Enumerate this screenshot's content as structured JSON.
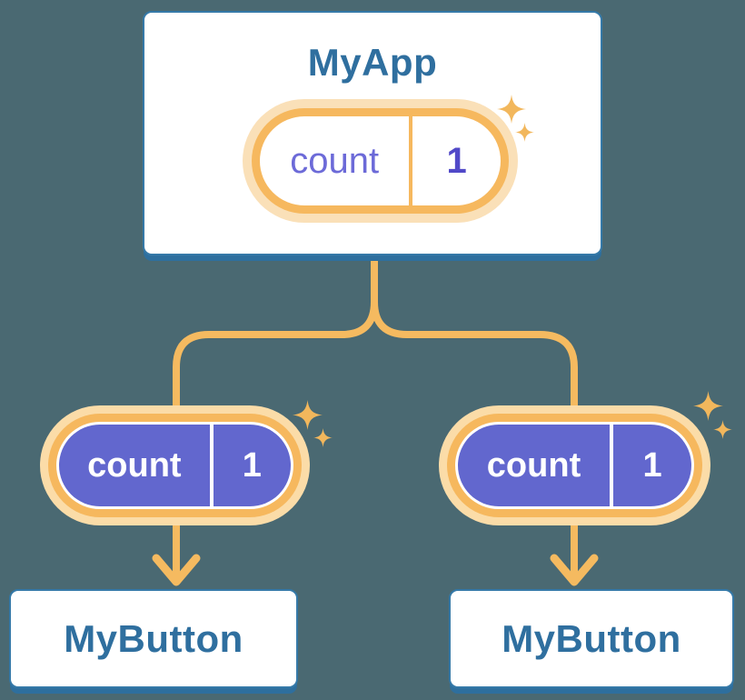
{
  "diagram": {
    "root": {
      "title": "MyApp",
      "state": {
        "name": "count",
        "value": "1"
      }
    },
    "children": [
      {
        "title": "MyButton",
        "prop": {
          "name": "count",
          "value": "1"
        }
      },
      {
        "title": "MyButton",
        "prop": {
          "name": "count",
          "value": "1"
        }
      }
    ]
  },
  "icons": {
    "sparkle": "✦",
    "arrow_down": "↓"
  },
  "colors": {
    "background": "#4A6972",
    "card_fill": "#FFFFFF",
    "card_border": "#3579A8",
    "card_shadow": "#2E6F9E",
    "card_text": "#2F6F9F",
    "pill_ring_orange": "#F6B85E",
    "pill_glow": "#FBDCA8",
    "pill_purple": "#6267CE",
    "state_name_text": "#6C6AD8",
    "state_value_text": "#5149C8",
    "connector_orange": "#F5BA60",
    "sparkle_orange": "#F2B75C"
  }
}
